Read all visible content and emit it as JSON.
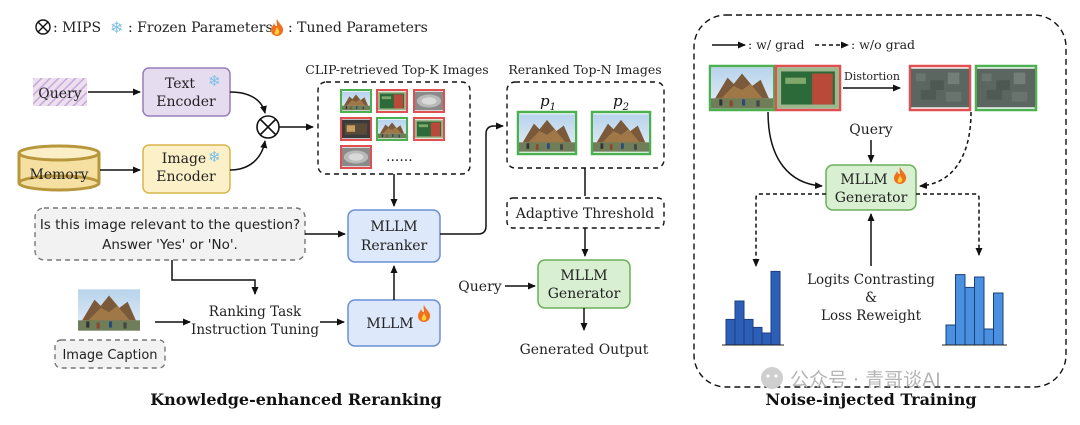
{
  "legend": {
    "mips": ": MIPS",
    "frozen": ": Frozen Parameters",
    "tuned": ": Tuned Parameters"
  },
  "left": {
    "query": "Query",
    "memory": "Memory",
    "text_encoder": [
      "Text",
      "Encoder"
    ],
    "image_encoder": [
      "Image",
      "Encoder"
    ],
    "topk_title": "CLIP-retrieved Top-K Images",
    "ellipsis": "......",
    "topn_title": "Reranked Top-N Images",
    "p1": "p",
    "p1_sub": "1",
    "p2": "p",
    "p2_sub": "2",
    "question": [
      "Is this image relevant to the question?",
      "Answer 'Yes' or 'No'."
    ],
    "reranker": [
      "MLLM",
      "Reranker"
    ],
    "mllm": "MLLM",
    "adaptive": "Adaptive Threshold",
    "query2": "Query",
    "generator": [
      "MLLM",
      "Generator"
    ],
    "generated": "Generated Output",
    "instruction": [
      "Ranking Task",
      "Instruction Tuning"
    ],
    "caption": "Image Caption",
    "title": "Knowledge-enhanced Reranking"
  },
  "right": {
    "w_grad": ": w/ grad",
    "wo_grad": ": w/o grad",
    "distortion": "Distortion",
    "query": "Query",
    "generator": [
      "MLLM",
      "Generator"
    ],
    "logits": [
      "Logits Contrasting",
      "&",
      "Loss Reweight"
    ],
    "title": "Noise-injected Training",
    "left_bars": [
      0.32,
      0.55,
      0.32,
      0.22,
      0.15,
      0.92
    ],
    "right_bars": [
      0.25,
      0.88,
      0.72,
      0.85,
      0.2,
      0.65
    ]
  },
  "watermark": "公众号 · 青哥谈AI",
  "colors": {
    "text_encoder_fill": "#e6dcef",
    "text_encoder_stroke": "#9b7bb8",
    "image_encoder_fill": "#fbf0c8",
    "image_encoder_stroke": "#d8b64c",
    "blue_fill": "#dde8fa",
    "blue_stroke": "#6b8fd6",
    "green_fill": "#d8efd2",
    "green_stroke": "#6ab05a",
    "memory_fill": "#f5e0a2",
    "memory_stroke": "#b8963c",
    "bar": "#2e5fb8",
    "bar_light": "#4a90e0"
  }
}
